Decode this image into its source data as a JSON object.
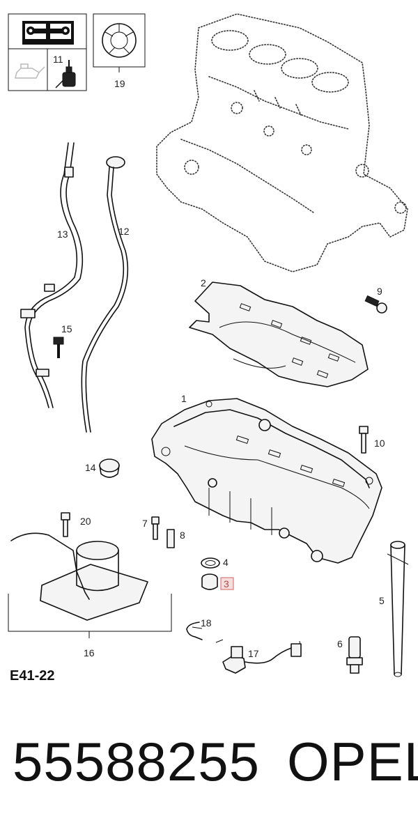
{
  "diagram": {
    "section_code": "E41-22",
    "highlighted_callout": "3",
    "callouts": {
      "c1": "1",
      "c2": "2",
      "c3": "3",
      "c4": "4",
      "c5": "5",
      "c6": "6",
      "c7": "7",
      "c8": "8",
      "c9": "9",
      "c10": "10",
      "c11": "11",
      "c12": "12",
      "c13": "13",
      "c14": "14",
      "c15": "15",
      "c16": "16",
      "c17": "17",
      "c18": "18",
      "c19": "19",
      "c20": "20"
    },
    "icons": [
      "manual-book-icon",
      "oil-can-icon",
      "sealant-bottle-icon",
      "clip-ring-icon"
    ],
    "highlight_color": "#d97a7a"
  },
  "footer": {
    "part_number": "55588255",
    "brand": "OPEL"
  }
}
